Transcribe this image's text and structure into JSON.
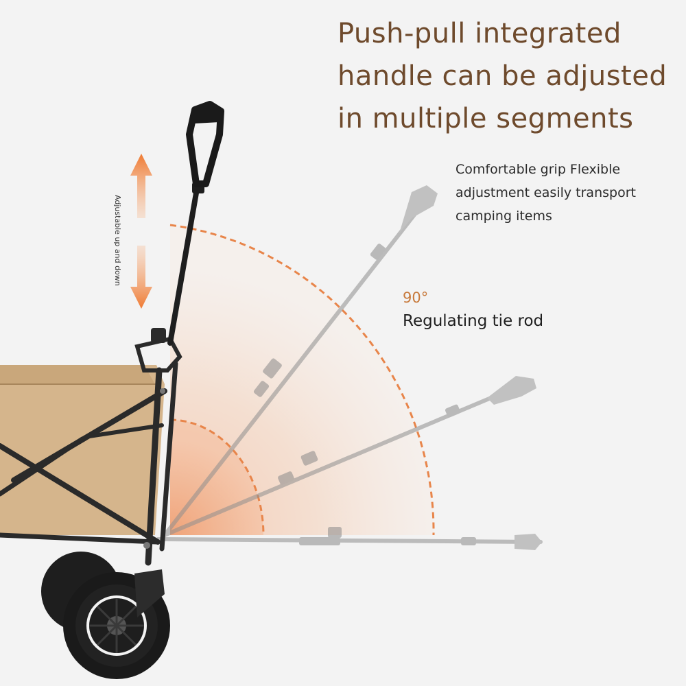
{
  "headline": {
    "line1": "Push-pull integrated",
    "line2": "handle can be adjusted",
    "line3": "in multiple segments"
  },
  "description": {
    "line1": "Comfortable grip Flexible",
    "line2": "adjustment easily transport",
    "line3": "camping items"
  },
  "angle": {
    "value": "90°",
    "label": "Regulating tie rod"
  },
  "side_label": "Adjustable up and down",
  "colors": {
    "background": "#f3f3f3",
    "headline": "#6e4a2c",
    "accent_orange": "#e8854a",
    "frame": "#222222",
    "fabric": "#d5b58c",
    "ghost_rod": "#9a9a9a"
  },
  "icons": [
    "up-arrow-icon",
    "down-arrow-icon"
  ]
}
